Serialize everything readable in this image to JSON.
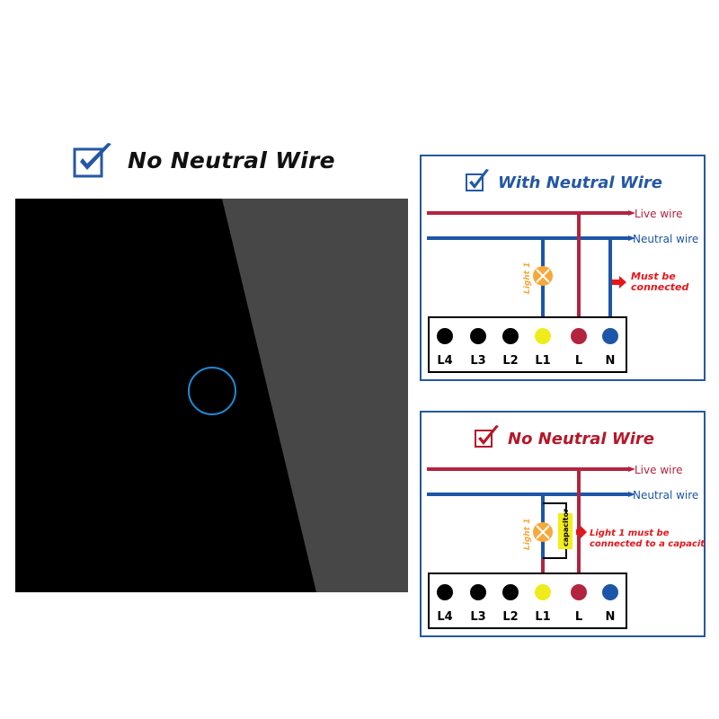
{
  "colors": {
    "live": "#b3243f",
    "neutral": "#1d56a8",
    "border": "#2557a7",
    "light": "#f0ec1c",
    "lamp": "#f7a83c",
    "capacitor": "#f3ec1e",
    "note_red": "#e3171b",
    "heading_blue": "#2557a7",
    "heading_red": "#b5182a",
    "glass": "#000000",
    "glass_reflection": "#474747",
    "touch_ring": "#1f8ad6"
  },
  "main": {
    "title": "No Neutral Wire",
    "check_icon": "checkbox-checked-icon"
  },
  "panels": {
    "with_neutral": {
      "title": "With Neutral Wire",
      "live_label": "Live wire",
      "neutral_label": "Neutral wire",
      "light_label": "Light 1",
      "note_line1": "Must be",
      "note_line2": "connected",
      "terminals": [
        "L4",
        "L3",
        "L2",
        "L1",
        "L",
        "N"
      ]
    },
    "no_neutral": {
      "title": "No Neutral Wire",
      "live_label": "Live wire",
      "neutral_label": "Neutral wire",
      "light_label": "Light 1",
      "capacitor_label": "capacitor",
      "note_line1": "Light 1 must be",
      "note_line2": "connected to a capacitor",
      "terminals": [
        "L4",
        "L3",
        "L2",
        "L1",
        "L",
        "N"
      ]
    }
  }
}
